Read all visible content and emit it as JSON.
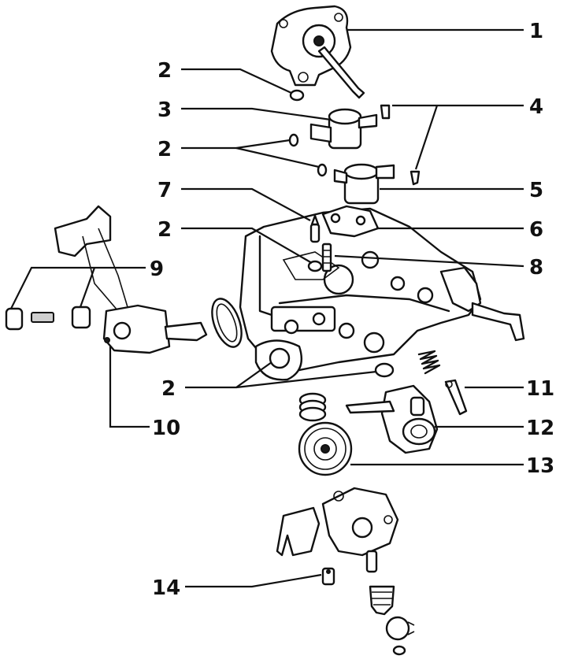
{
  "callouts": [
    {
      "id": "c1",
      "label": "1"
    },
    {
      "id": "c2a",
      "label": "2"
    },
    {
      "id": "c3",
      "label": "3"
    },
    {
      "id": "c4",
      "label": "4"
    },
    {
      "id": "c2b",
      "label": "2"
    },
    {
      "id": "c7",
      "label": "7"
    },
    {
      "id": "c5",
      "label": "5"
    },
    {
      "id": "c2c",
      "label": "2"
    },
    {
      "id": "c6",
      "label": "6"
    },
    {
      "id": "c9",
      "label": "9"
    },
    {
      "id": "c8",
      "label": "8"
    },
    {
      "id": "c2d",
      "label": "2"
    },
    {
      "id": "c11",
      "label": "11"
    },
    {
      "id": "c10",
      "label": "10"
    },
    {
      "id": "c12",
      "label": "12"
    },
    {
      "id": "c13",
      "label": "13"
    },
    {
      "id": "c14",
      "label": "14"
    }
  ]
}
